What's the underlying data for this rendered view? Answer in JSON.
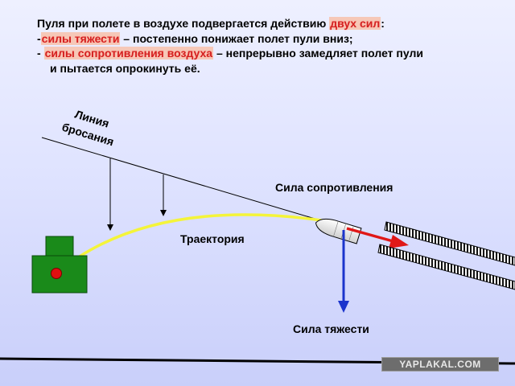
{
  "intro": {
    "line1_prefix": "Пуля при полете в воздухе подвергается действию ",
    "line1_highlight": "двух сил",
    "line1_suffix": ":",
    "line2_prefix": "-",
    "line2_highlight": "силы тяжести",
    "line2_suffix": " – постепенно понижает полет пули вниз;",
    "line3_prefix": "- ",
    "line3_highlight": "силы сопротивления воздуха",
    "line3_suffix": " – непрерывно замедляет полет пули",
    "line4": "и пытается опрокинуть её."
  },
  "diagram": {
    "throw_line_label_1": "Линия",
    "throw_line_label_2": "бросания",
    "trajectory_label": "Траектория",
    "air_resistance_label": "Сила сопротивления",
    "gravity_label": "Сила тяжести"
  },
  "colors": {
    "highlight_text": "#d42020",
    "trajectory": "#ffff2a",
    "gravity_arrow": "#1b34cc",
    "resistance_arrow": "#e01818",
    "gun": "#1a8a1a",
    "muzzle_dot": "#e01010"
  },
  "watermark": "YAPLAKAL.COM"
}
